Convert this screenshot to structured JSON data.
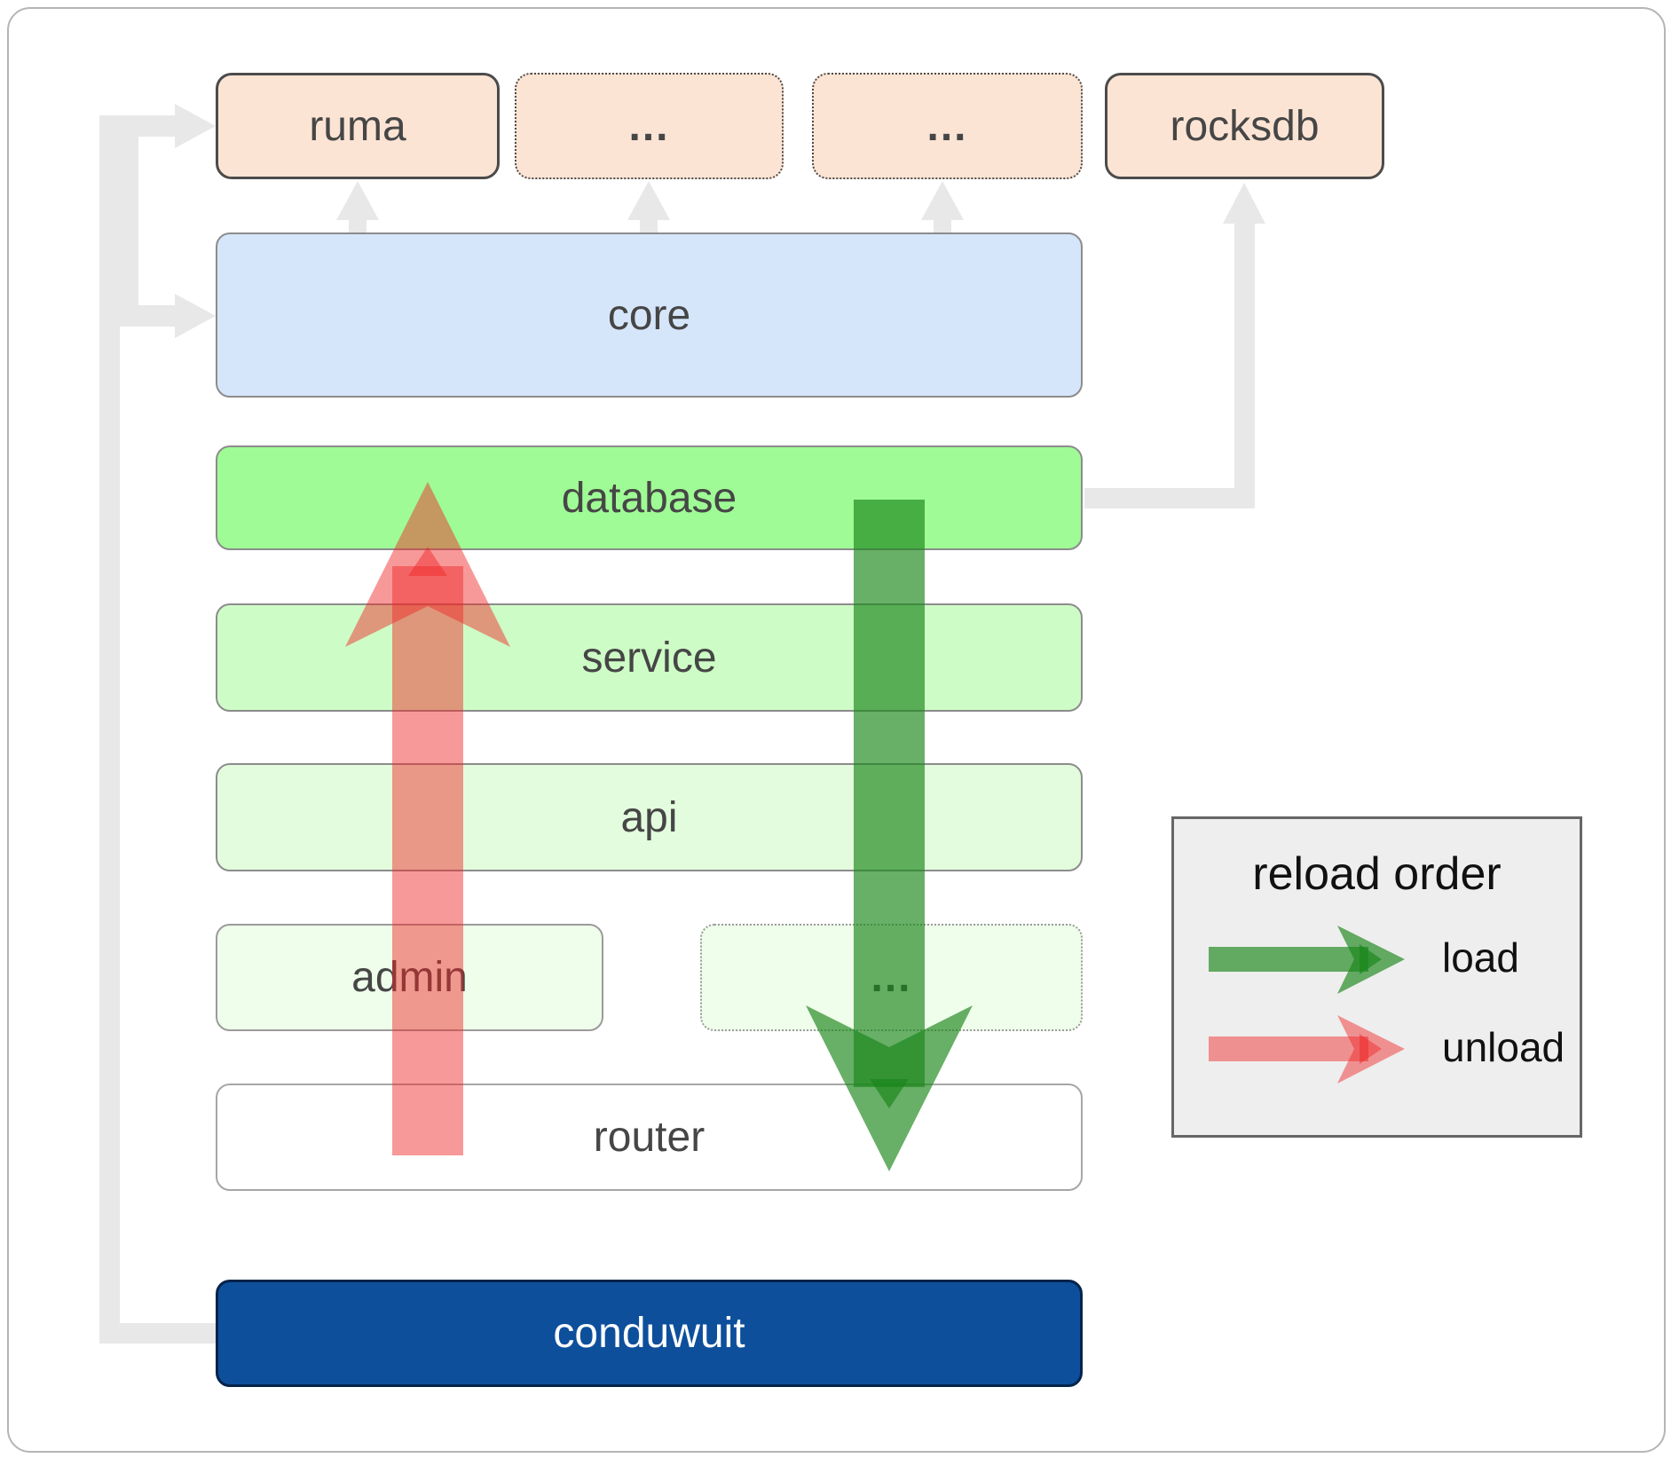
{
  "diagram": {
    "nodes": {
      "ruma": {
        "label": "ruma"
      },
      "ellipsis_top_1": {
        "label": "..."
      },
      "ellipsis_top_2": {
        "label": "..."
      },
      "rocksdb": {
        "label": "rocksdb"
      },
      "core": {
        "label": "core"
      },
      "database": {
        "label": "database"
      },
      "service": {
        "label": "service"
      },
      "api": {
        "label": "api"
      },
      "admin": {
        "label": "admin"
      },
      "ellipsis_mid": {
        "label": "..."
      },
      "router": {
        "label": "router"
      },
      "conduwuit": {
        "label": "conduwuit"
      }
    },
    "legend": {
      "title": "reload order",
      "items": [
        {
          "label": "load"
        },
        {
          "label": "unload"
        }
      ]
    }
  },
  "colors": {
    "peach": "#fce4d4",
    "core_blue": "#d6e6fa",
    "database_green": "#9ffb95",
    "service_green": "#cefcc6",
    "api_green": "#e3fcdd",
    "faint_green": "#effdeb",
    "router_white": "#ffffff",
    "conduwuit_blue": "#0d4f9b",
    "legend_bg": "#eeeeee",
    "connector_gray": "#e8e8e8",
    "load_green": "#1a861a",
    "unload_red": "#f12626"
  }
}
